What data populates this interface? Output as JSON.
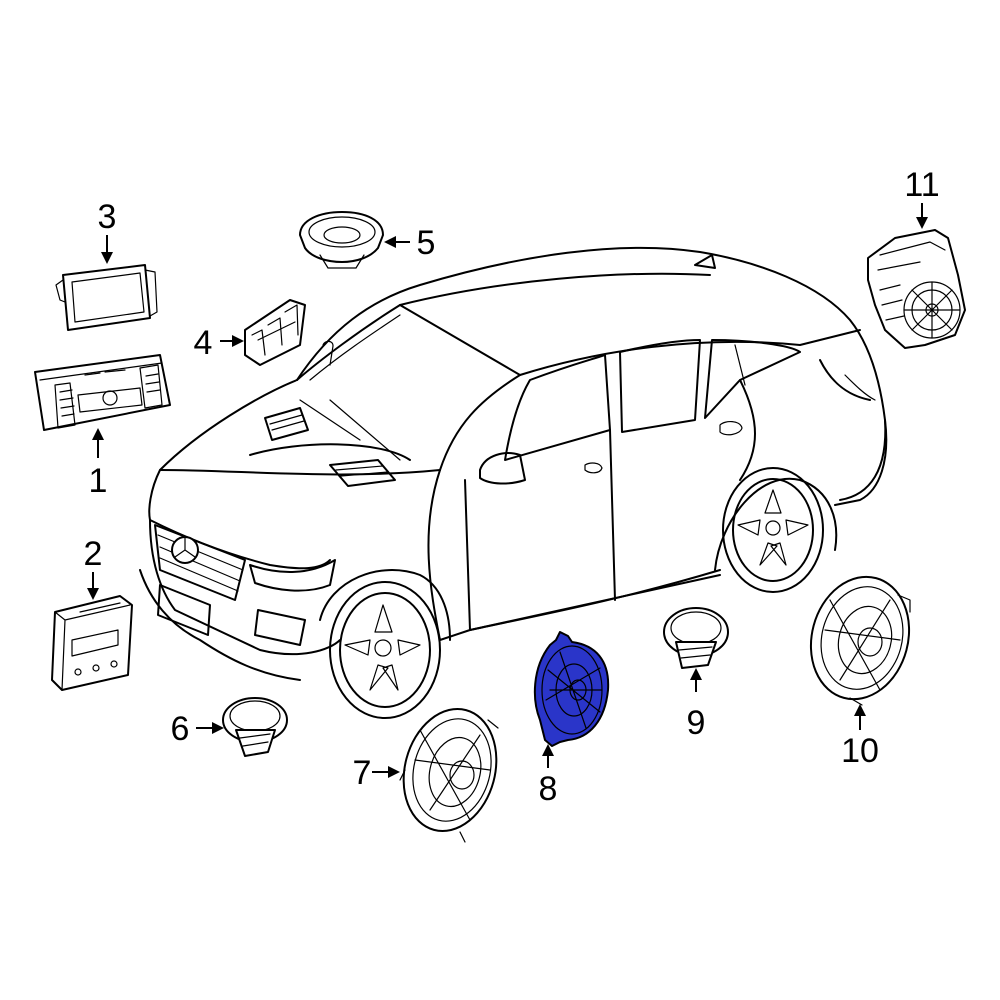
{
  "diagram": {
    "highlight_color": "#2a35c9",
    "highlighted_part": "8",
    "callouts": {
      "c1": "1",
      "c2": "2",
      "c3": "3",
      "c4": "4",
      "c5": "5",
      "c6": "6",
      "c7": "7",
      "c8": "8",
      "c9": "9",
      "c10": "10",
      "c11": "11"
    },
    "parts": [
      {
        "callout": "1",
        "icon": "control-panel-icon"
      },
      {
        "callout": "2",
        "icon": "radio-unit-icon"
      },
      {
        "callout": "3",
        "icon": "display-screen-icon"
      },
      {
        "callout": "4",
        "icon": "control-module-icon"
      },
      {
        "callout": "5",
        "icon": "tweeter-speaker-icon"
      },
      {
        "callout": "6",
        "icon": "small-speaker-icon"
      },
      {
        "callout": "7",
        "icon": "door-speaker-icon"
      },
      {
        "callout": "8",
        "icon": "midrange-speaker-icon"
      },
      {
        "callout": "9",
        "icon": "small-speaker-icon"
      },
      {
        "callout": "10",
        "icon": "door-speaker-icon"
      },
      {
        "callout": "11",
        "icon": "subwoofer-icon"
      }
    ]
  }
}
